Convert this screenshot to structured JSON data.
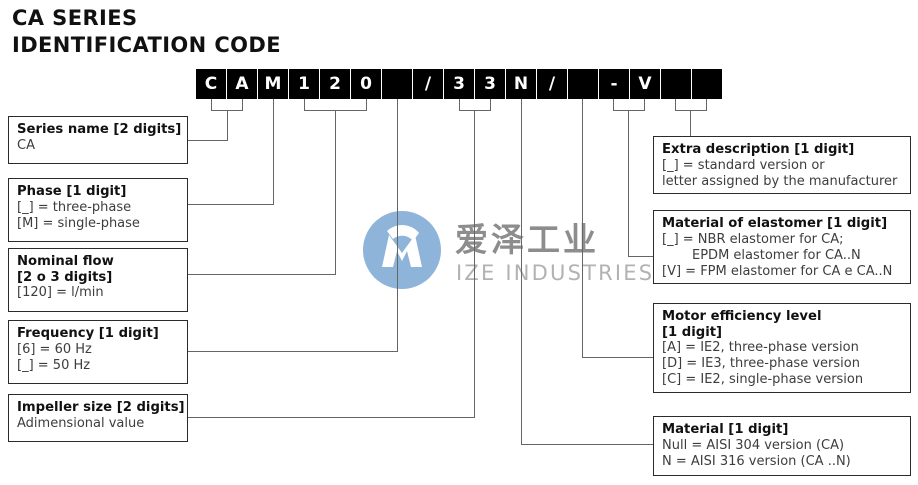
{
  "title": {
    "line1": "CA SERIES",
    "line2": "IDENTIFICATION CODE"
  },
  "watermark": {
    "mark_name": "ize-industries-logo-icon",
    "chinese_text": "爱泽工业",
    "english_text": "IZE INDUSTRIES",
    "color": "#8fb4d9"
  },
  "code_banner": {
    "cells": [
      "C",
      "A",
      "M",
      "1",
      "2",
      "0",
      "",
      "/",
      "3",
      "3",
      "N",
      "/",
      "",
      "-",
      "V",
      "",
      ""
    ],
    "background": "#000000",
    "text_color": "#ffffff"
  },
  "left_boxes": [
    {
      "heading": "Series name [2 digits]",
      "lines": [
        "CA"
      ]
    },
    {
      "heading": "Phase [1 digit]",
      "lines": [
        "[_] = three-phase",
        "[M] = single-phase"
      ]
    },
    {
      "heading": "Nominal flow",
      "heading2": "[2 o 3 digits]",
      "lines": [
        "[120] = l/min"
      ]
    },
    {
      "heading": "Frequency [1 digit]",
      "lines": [
        "[6] = 60 Hz",
        "[_] = 50 Hz"
      ]
    },
    {
      "heading": "Impeller size [2 digits]",
      "lines": [
        "Adimensional value"
      ]
    }
  ],
  "right_boxes": [
    {
      "heading": "Extra description [1 digit]",
      "lines": [
        "[_] = standard version or",
        "letter assigned by the manufacturer"
      ]
    },
    {
      "heading": "Material of elastomer [1 digit]",
      "lines": [
        "[_] = NBR elastomer for CA;",
        "EPDM elastomer for CA..N",
        "[V] = FPM elastomer for CA e CA..N"
      ]
    },
    {
      "heading": "Motor efficiency level",
      "heading2": "[1 digit]",
      "lines": [
        "[A] = IE2, three-phase version",
        "[D] = IE3, three-phase version",
        "[C] = IE2, single-phase version"
      ]
    },
    {
      "heading": "Material [1 digit]",
      "lines": [
        "Null = AISI 304 version (CA)",
        "N = AISI 316 version (CA ..N)"
      ]
    }
  ]
}
